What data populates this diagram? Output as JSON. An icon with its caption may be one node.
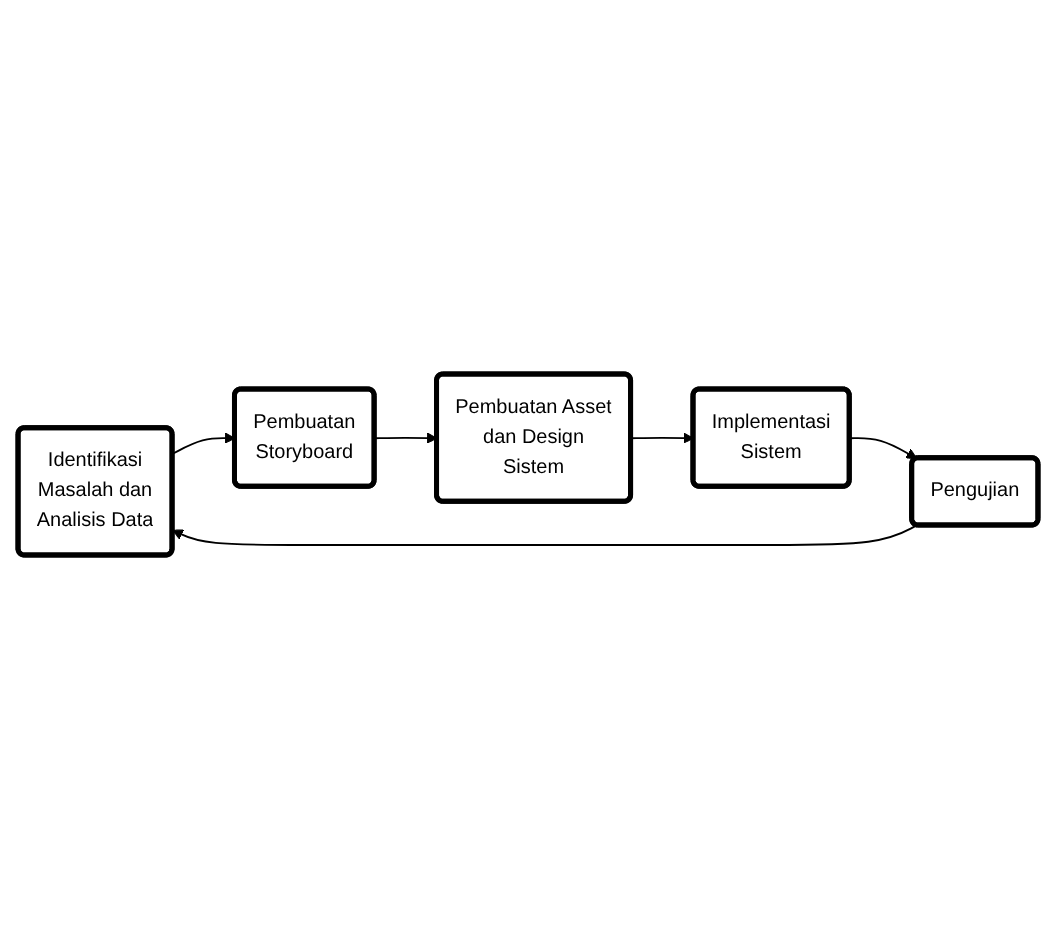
{
  "diagram": {
    "nodes": [
      {
        "text": [
          "Identifikasi Masalah dan Analisis Data"
        ]
      },
      {
        "text": [
          "Pembuatan Storyboard"
        ]
      },
      {
        "text": [
          "Pembuatan Asset dan Design Sistem"
        ]
      },
      {
        "text": [
          "Implementasi Sistem"
        ]
      },
      {
        "text": [
          "Pengujian"
        ]
      }
    ],
    "edges": [
      {
        "from": 0,
        "to": 1,
        "arrow": "to"
      },
      {
        "from": 1,
        "to": 2,
        "arrow": "to"
      },
      {
        "from": 2,
        "to": 3,
        "arrow": "to"
      },
      {
        "from": 3,
        "to": 4,
        "arrow": "to"
      },
      {
        "from": 4,
        "to": 0,
        "arrow": "to"
      }
    ]
  }
}
